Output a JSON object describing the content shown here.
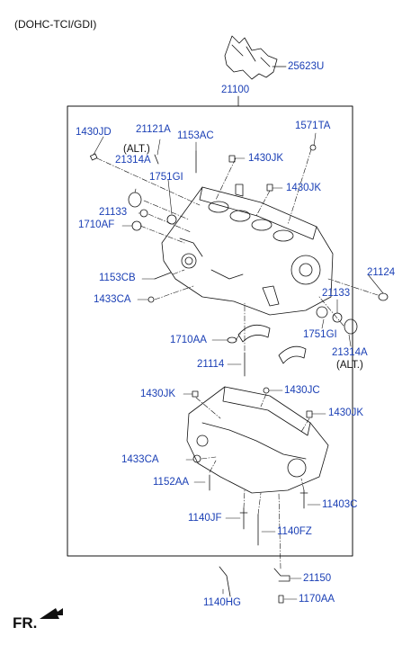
{
  "header": "(DOHC-TCI/GDI)",
  "front_marker": "FR.",
  "labels": {
    "p25623U": "25623U",
    "p21100": "21100",
    "p1430JD": "1430JD",
    "p21121A": "21121A",
    "p1153AC": "1153AC",
    "p1571TA": "1571TA",
    "alt1": "(ALT.)",
    "p21314A_top": "21314A",
    "p1430JK_a": "1430JK",
    "p1751GI_top": "1751GI",
    "p1430JK_b": "1430JK",
    "p21133_top": "21133",
    "p1710AF": "1710AF",
    "p1153CB": "1153CB",
    "p21124": "21124",
    "p1433CA_top": "1433CA",
    "p21133_bot": "21133",
    "p1710AA": "1710AA",
    "p1751GI_bot": "1751GI",
    "p21314A_bot": "21314A",
    "alt2": "(ALT.)",
    "p21114": "21114",
    "p1430JK_c": "1430JK",
    "p1430JC": "1430JC",
    "p1430JK_d": "1430JK",
    "p1433CA_bot": "1433CA",
    "p1152AA": "1152AA",
    "p11403C": "11403C",
    "p1140JF": "1140JF",
    "p1140FZ": "1140FZ",
    "p21150": "21150",
    "p1140HG": "1140HG",
    "p1170AA": "1170AA"
  },
  "colors": {
    "part_number": "#1a3fb5",
    "line": "#111111"
  }
}
